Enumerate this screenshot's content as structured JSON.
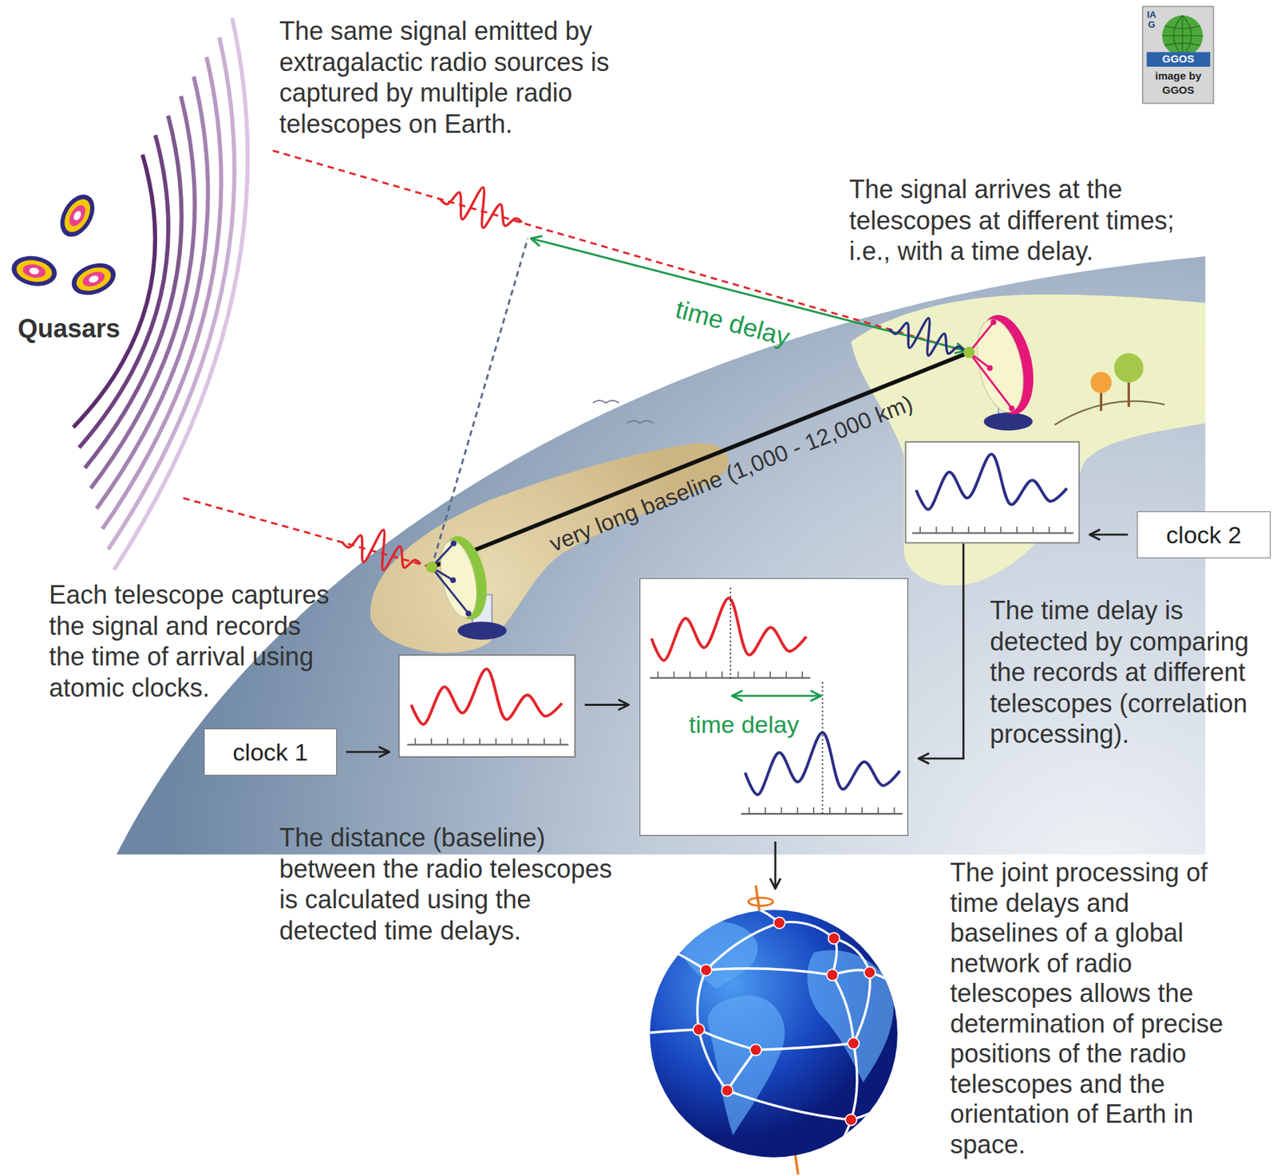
{
  "diagram": {
    "nodes": [
      {
        "text": [
          "IAG",
          "GGOS",
          "image by GGOS"
        ]
      },
      {
        "text": [
          "clock 1"
        ]
      },
      {
        "text": [
          "time delay"
        ]
      },
      {
        "text": [
          "clock 2"
        ]
      }
    ],
    "labels": [
      "The same signal emitted by extragalactic radio sources is captured by multiple radio telescopes on Earth.",
      "The signal arrives at the telescopes at different times; i.e., with a time delay.",
      "Quasars",
      "time delay",
      "very long baseline (1,000 - 12,000 km)",
      "Each telescope captures the signal and records the time of arrival using atomic clocks.",
      "The time delay is detected by comparing the records at different telescopes (correlation processing).",
      "The distance (baseline) between the radio telescopes is calculated using the detected time delays.",
      "The joint processing of time delays and baselines of a global network of radio telescopes allows the determination of precise positions of the radio telescopes and the orientation of Earth in space."
    ]
  }
}
